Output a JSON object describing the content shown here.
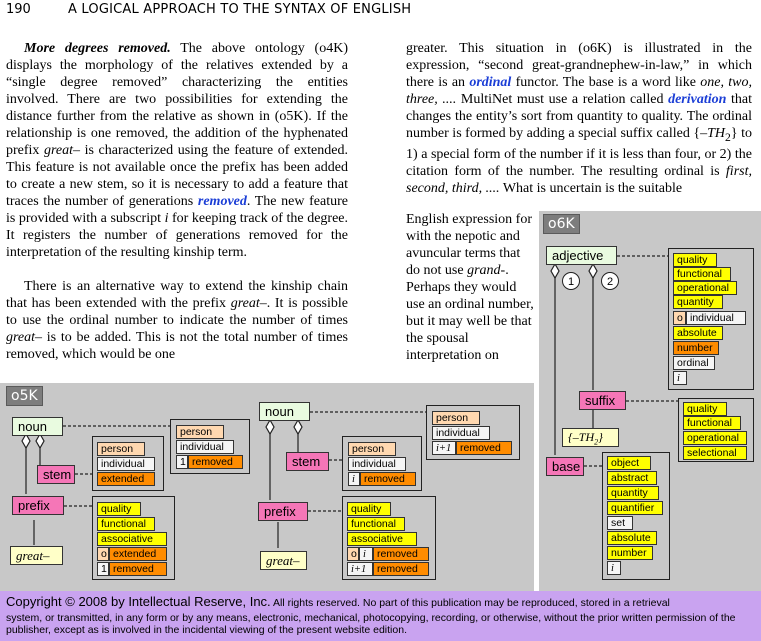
{
  "header": {
    "page_number": "190",
    "running_title": "A LOGICAL APPROACH TO THE SYNTAX OF ENGLISH"
  },
  "left_column": {
    "p1_heading": "More degrees removed.",
    "p1_a": " The above ontology (o4K) displays the morphology of the relatives extended by a “single degree removed” characterizing the entities involved. There are two possibilities for extending the distance further from the relative as shown in (o5K). If the relationship is one removed, the addition of the hyphenated prefix ",
    "p1_great": "great–",
    "p1_b": " is characterized using the feature of extended. This feature is not available once the prefix has been added to create a new stem, so it is necessary to add a feature that traces the number of generations ",
    "p1_removed": "removed",
    "p1_c": ". The new feature is provided with a subscript ",
    "p1_i": "i",
    "p1_d": " for keeping track of the degree. It registers the number of generations removed for the interpretation of the resulting kinship term.",
    "p2_a": "There is an alternative way to extend the kinship chain that has been extended with the prefix ",
    "p2_great1": "great–",
    "p2_b": ". It is possible to use the ordinal number to indicate the number of times ",
    "p2_great2": "great–",
    "p2_c": " is to be added. This is not the total number of times removed, which would be one"
  },
  "right_column": {
    "t1": "greater. This situation in (o6K) is illustrated in the expression, “second great-grandnephew-in-law,” in which there is an ",
    "ordinal": "ordinal",
    "t2": " functor. The base is a word like ",
    "numbers": "one, two, three, ....",
    "t3": " MultiNet must use a relation called ",
    "derivation": "derivation",
    "t4": " that changes the entity’s sort from quantity to quality. The ordinal number is formed by adding a special suffix called {",
    "th2": "–TH",
    "th2_sub": "2",
    "t5": "} to 1) a special form of the number if it is less than four, or 2) the citation form of the number. The resulting ordinal is ",
    "ordinals": "first, second, third, ....",
    "t6": " What is uncertain is the suitable",
    "narrow_a": "English expression for with the nepotic and avuncular terms that do not use ",
    "narrow_grand": "grand-",
    "narrow_b": ". Perhaps they would use an ordinal number, but it may well be that the spousal interpretation on"
  },
  "o5k": {
    "tag": "o5K",
    "noun": "noun",
    "stem": "stem",
    "prefix": "prefix",
    "great": "great–",
    "noun_feat": {
      "person": "person",
      "individual": "individual",
      "one": "1",
      "removed": "removed"
    },
    "stem_feat": {
      "person": "person",
      "individual": "individual",
      "extended": "extended"
    },
    "prefix_feat": {
      "quality": "quality",
      "functional": "functional",
      "associative": "associative",
      "o": "o",
      "extended": "extended",
      "one": "1",
      "removed": "removed"
    },
    "noun2": "noun",
    "stem2": "stem",
    "prefix2": "prefix",
    "great2": "great–",
    "noun2_feat": {
      "person": "person",
      "individual": "individual",
      "i1": "i+1",
      "removed": "removed"
    },
    "stem2_feat": {
      "person": "person",
      "individual": "individual",
      "i": "i",
      "removed": "removed"
    },
    "prefix2_feat": {
      "quality": "quality",
      "functional": "functional",
      "associative": "associative",
      "o": "o",
      "i": "i",
      "removed": "removed",
      "i1": "i+1",
      "removed2": "removed"
    }
  },
  "o6k": {
    "tag": "o6K",
    "adjective": "adjective",
    "c1": "1",
    "c2": "2",
    "suffix": "suffix",
    "th2": "{–TH",
    "th2_sub": "2",
    "th2_end": "}",
    "base": "base",
    "adj_feat": [
      "quality",
      "functional",
      "operational",
      "quantity",
      "o",
      "individual",
      "absolute",
      "number",
      "ordinal",
      "i"
    ],
    "suffix_feat": [
      "quality",
      "functional",
      "operational",
      "selectional"
    ],
    "base_feat": [
      "object",
      "abstract",
      "quantity",
      "quantifier",
      "set",
      "absolute",
      "number",
      "i"
    ]
  },
  "footer": {
    "copyright": "Copyright © 2008 by Intellectual Reserve, Inc.",
    "line1_rest": "  All rights reserved.  No part of this publication may be reproduced, stored in a retrieval",
    "line2": "system, or transmitted, in any form or by any means, electronic, mechanical, photocopying, recording, or otherwise, without the prior written permission of the publisher, except as is involved in the incidental viewing of the present website edition."
  }
}
